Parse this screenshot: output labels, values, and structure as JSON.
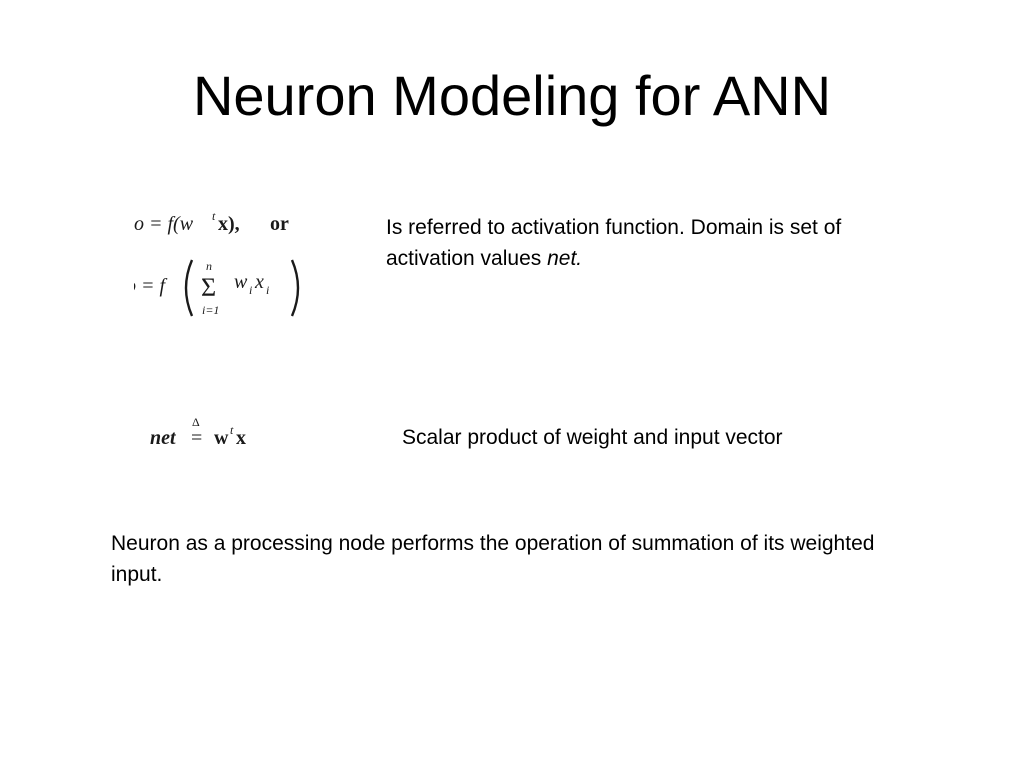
{
  "slide": {
    "title": "Neuron Modeling for ANN",
    "formula_1": {
      "line1_lhs": "o = f(w",
      "line1_sup": "t",
      "line1_rest": "x),",
      "line1_or": "or",
      "line2_lhs": "o = f",
      "sum_upper": "n",
      "sum_symbol": "Σ",
      "sum_lower": "i=1",
      "sum_term_w": "w",
      "sum_term_wi": "i",
      "sum_term_x": "x",
      "sum_term_xi": "i"
    },
    "formula_2": {
      "net": "net",
      "delta": "Δ",
      "eq": "=",
      "w": "w",
      "sup": "t",
      "x": "x"
    },
    "text_1": "Is referred to activation function. Domain is set of activation values ",
    "text_1_italic": "net.",
    "text_2": "Scalar product of weight and input vector",
    "text_3": "Neuron as a processing node performs the operation of summation of its weighted input."
  }
}
